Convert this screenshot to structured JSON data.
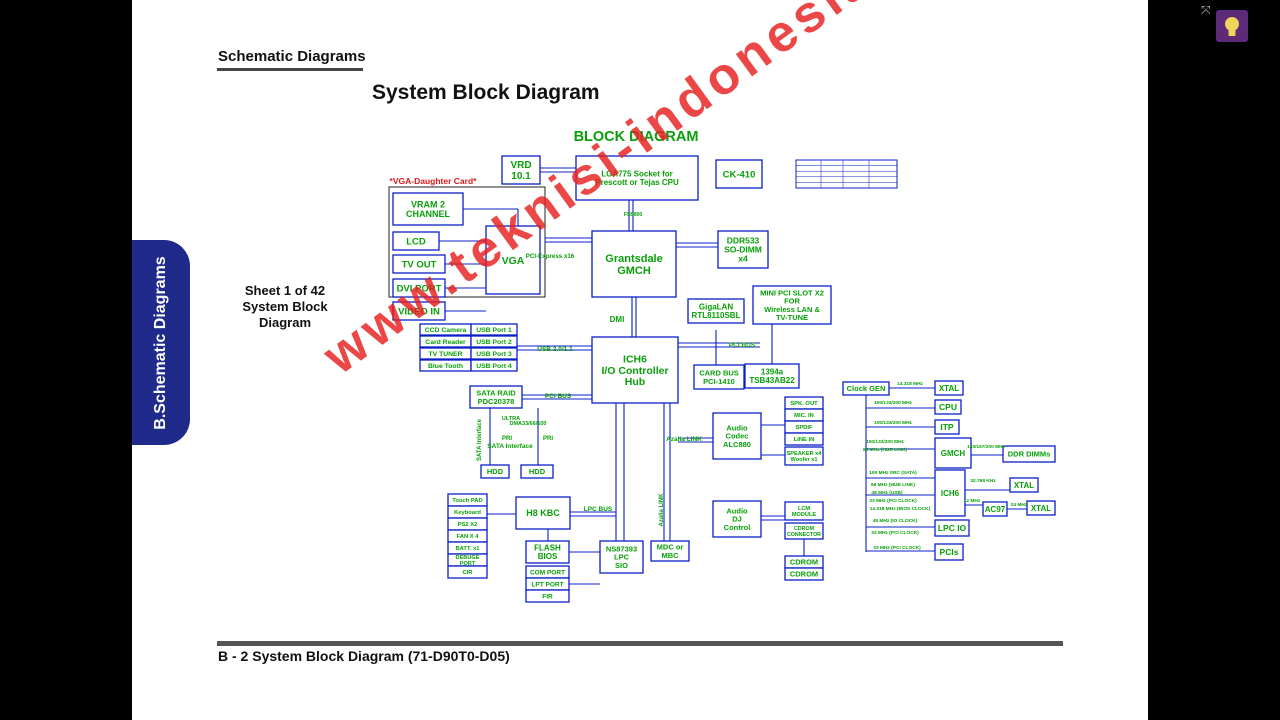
{
  "header": "Schematic  Diagrams",
  "title": "System Block Diagram",
  "side_tab": "B.Schematic Diagrams",
  "sheet": {
    "line1": "Sheet 1 of 42",
    "line2": "System Block",
    "line3": "Diagram"
  },
  "footer": "B - 2  System Block Diagram  (71-D90T0-D05)",
  "watermark": "www.teknisi-indonesia.com",
  "diagram": {
    "title": "BLOCK DIAGRAM",
    "vga_card_label": "*VGA-Daughter Card*",
    "blocks": [
      {
        "id": "vrd",
        "lines": [
          "VRD",
          "10.1"
        ]
      },
      {
        "id": "lga",
        "lines": [
          "LGA775 Socket for",
          "Prescott or Tejas CPU"
        ]
      },
      {
        "id": "ck410",
        "lines": [
          "CK-410"
        ]
      },
      {
        "id": "vram",
        "lines": [
          "VRAM 2",
          "CHANNEL"
        ]
      },
      {
        "id": "lcd",
        "lines": [
          "LCD"
        ]
      },
      {
        "id": "tvout",
        "lines": [
          "TV OUT"
        ]
      },
      {
        "id": "dvi",
        "lines": [
          "DVI PORT"
        ]
      },
      {
        "id": "videoin",
        "lines": [
          "VIDEO IN"
        ]
      },
      {
        "id": "vga",
        "lines": [
          "VGA"
        ]
      },
      {
        "id": "gmch",
        "lines": [
          "Grantsdale",
          "GMCH"
        ]
      },
      {
        "id": "ddr",
        "lines": [
          "DDR533",
          "SO-DIMM",
          "x4"
        ]
      },
      {
        "id": "gigalan",
        "lines": [
          "GigaLAN",
          "RTL8110SBL"
        ]
      },
      {
        "id": "minipci",
        "lines": [
          "MINI PCI SLOT X2",
          "FOR",
          "Wireless LAN  &",
          "TV-TUNE"
        ]
      },
      {
        "id": "ccd",
        "lines": [
          "CCD Camera"
        ]
      },
      {
        "id": "cardreader",
        "lines": [
          "Card Reader"
        ]
      },
      {
        "id": "tvtuner",
        "lines": [
          "TV TUNER"
        ]
      },
      {
        "id": "bluetooth",
        "lines": [
          "Blue Tooth"
        ]
      },
      {
        "id": "usb1",
        "lines": [
          "USB Port 1"
        ]
      },
      {
        "id": "usb2",
        "lines": [
          "USB Port 2"
        ]
      },
      {
        "id": "usb3",
        "lines": [
          "USB Port 3"
        ]
      },
      {
        "id": "usb4",
        "lines": [
          "USB Port 4"
        ]
      },
      {
        "id": "ich6",
        "lines": [
          "ICH6",
          "I/O Controller",
          "Hub"
        ]
      },
      {
        "id": "cardbus",
        "lines": [
          "CARD BUS",
          "PCI-1410"
        ]
      },
      {
        "id": "ieee1394",
        "lines": [
          "1394a",
          "TSB43AB22"
        ]
      },
      {
        "id": "sataraid",
        "lines": [
          "SATA RAID",
          "PDC20378"
        ]
      },
      {
        "id": "hdd1",
        "lines": [
          "HDD"
        ]
      },
      {
        "id": "hdd2",
        "lines": [
          "HDD"
        ]
      },
      {
        "id": "audiocodec",
        "lines": [
          "Audio",
          "Codec",
          "ALC880"
        ]
      },
      {
        "id": "spkout",
        "lines": [
          "SPK. OUT"
        ]
      },
      {
        "id": "micin",
        "lines": [
          "MIC. IN"
        ]
      },
      {
        "id": "spdif",
        "lines": [
          "SPDIF"
        ]
      },
      {
        "id": "linein",
        "lines": [
          "LINE IN"
        ]
      },
      {
        "id": "speaker",
        "lines": [
          "SPEAKER x4",
          "Woofer x1"
        ]
      },
      {
        "id": "touchpad",
        "lines": [
          "Touch PAD"
        ]
      },
      {
        "id": "keyboard",
        "lines": [
          "Keyboard"
        ]
      },
      {
        "id": "ps2",
        "lines": [
          "PS2 X2"
        ]
      },
      {
        "id": "fan",
        "lines": [
          "FAN X 4"
        ]
      },
      {
        "id": "batt",
        "lines": [
          "BATT. x1"
        ]
      },
      {
        "id": "debug",
        "lines": [
          "DEBUGE",
          "PORT"
        ]
      },
      {
        "id": "cir",
        "lines": [
          "CIR"
        ]
      },
      {
        "id": "h8kbc",
        "lines": [
          "H8 KBC"
        ]
      },
      {
        "id": "flash",
        "lines": [
          "FLASH",
          "BIOS"
        ]
      },
      {
        "id": "ns87393",
        "lines": [
          "NS87393",
          "LPC",
          "SIO"
        ]
      },
      {
        "id": "mdc",
        "lines": [
          "MDC or",
          "MBC"
        ]
      },
      {
        "id": "comport",
        "lines": [
          "COM PORT"
        ]
      },
      {
        "id": "lptport",
        "lines": [
          "LPT PORT"
        ]
      },
      {
        "id": "fir",
        "lines": [
          "FIR"
        ]
      },
      {
        "id": "audiodj",
        "lines": [
          "Audio",
          "DJ",
          "Control"
        ]
      },
      {
        "id": "lcm",
        "lines": [
          "LCM",
          "MODULE"
        ]
      },
      {
        "id": "cdromconn",
        "lines": [
          "CDROM",
          "CONNECTOR"
        ]
      },
      {
        "id": "cdrom1",
        "lines": [
          "CDROM"
        ]
      },
      {
        "id": "cdrom2",
        "lines": [
          "CDROM"
        ]
      },
      {
        "id": "clockgen",
        "lines": [
          "Clock GEN"
        ]
      },
      {
        "id": "xtal1",
        "lines": [
          "XTAL"
        ]
      },
      {
        "id": "cpu",
        "lines": [
          "CPU"
        ]
      },
      {
        "id": "itp",
        "lines": [
          "ITP"
        ]
      },
      {
        "id": "gmch2",
        "lines": [
          "GMCH"
        ]
      },
      {
        "id": "ddrdimms",
        "lines": [
          "DDR DIMMs"
        ]
      },
      {
        "id": "ich62",
        "lines": [
          "ICH6"
        ]
      },
      {
        "id": "xtal2",
        "lines": [
          "XTAL"
        ]
      },
      {
        "id": "ac97",
        "lines": [
          "AC97"
        ]
      },
      {
        "id": "xtal3",
        "lines": [
          "XTAL"
        ]
      },
      {
        "id": "lpcio",
        "lines": [
          "LPC IO"
        ]
      },
      {
        "id": "pcis",
        "lines": [
          "PCIs"
        ]
      }
    ],
    "bus_labels": [
      {
        "id": "fsb",
        "text": "FSB800"
      },
      {
        "id": "pciex",
        "text": "PCI-Express x16"
      },
      {
        "id": "dmi",
        "text": "DMI"
      },
      {
        "id": "usb",
        "text": "USB 2.0/1.1"
      },
      {
        "id": "pcibus1",
        "text": "PCI BUS"
      },
      {
        "id": "pcibus2",
        "text": "PCI BUS"
      },
      {
        "id": "ultra",
        "text": "ULTRA"
      },
      {
        "id": "dma",
        "text": "DMA33/66/100"
      },
      {
        "id": "pri1",
        "text": "PRI"
      },
      {
        "id": "pri2",
        "text": "PRI"
      },
      {
        "id": "satainterface1",
        "text": "SATA Interface"
      },
      {
        "id": "satainterface2",
        "text": "SATA Interface"
      },
      {
        "id": "azalia1",
        "text": "Azalia LINK"
      },
      {
        "id": "azalia2",
        "text": "Azalia LINK"
      },
      {
        "id": "lpcbus",
        "text": "LPC BUS"
      }
    ],
    "clock_labels": [
      {
        "id": "c1",
        "text": "14.318 MHz"
      },
      {
        "id": "c2",
        "text": "100/133/200 MHz"
      },
      {
        "id": "c3",
        "text": "100/133/200 MHz"
      },
      {
        "id": "c4",
        "text": "100/133/200 MHz"
      },
      {
        "id": "c5",
        "text": "66 MHz (HUB LINK)"
      },
      {
        "id": "c6",
        "text": "133/167/200 MHz"
      },
      {
        "id": "c7",
        "text": "100 MHz SRC (SATA)"
      },
      {
        "id": "c8",
        "text": "66 MHz (HUB LINK)"
      },
      {
        "id": "c9",
        "text": "48 MHz (USB)"
      },
      {
        "id": "c10",
        "text": "33 MHz (PCI CLOCK)"
      },
      {
        "id": "c11",
        "text": "14.318 MHz (BIOS CLOCK)"
      },
      {
        "id": "c12",
        "text": "32.768 KHz"
      },
      {
        "id": "c13",
        "text": "12 MHz"
      },
      {
        "id": "c14",
        "text": "24 MHz"
      },
      {
        "id": "c15",
        "text": "48 MHz (IO CLOCK)"
      },
      {
        "id": "c16",
        "text": "33 MHz (PCI CLOCK)"
      },
      {
        "id": "c17",
        "text": "33 MHz (PCI CLOCK)"
      }
    ]
  },
  "colors": {
    "box": "#0b1fc8",
    "text": "#08a008",
    "accent": "#e01818",
    "tab": "#1f2a8a"
  }
}
